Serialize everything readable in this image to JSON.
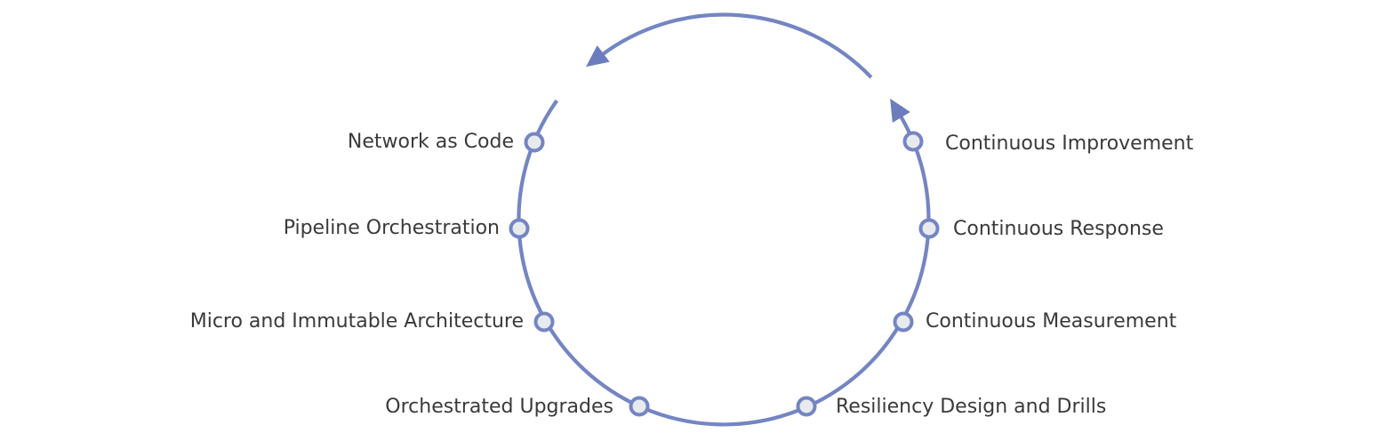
{
  "diagram": {
    "type": "cycle",
    "direction": "counterclockwise",
    "nodes": [
      {
        "label": "Network as Code",
        "side": "left"
      },
      {
        "label": "Pipeline Orchestration",
        "side": "left"
      },
      {
        "label": "Micro and Immutable Architecture",
        "side": "left"
      },
      {
        "label": "Orchestrated Upgrades",
        "side": "left"
      },
      {
        "label": "Resiliency Design and Drills",
        "side": "right"
      },
      {
        "label": "Continuous Measurement",
        "side": "right"
      },
      {
        "label": "Continuous Response",
        "side": "right"
      },
      {
        "label": "Continuous Improvement",
        "side": "right"
      }
    ],
    "colors": {
      "circle_stroke": "#7485c3",
      "arrowhead": "#6b7dbe",
      "node_fill": "#e8ebee",
      "label_text": "#3a3a3a",
      "background": "#ffffff"
    }
  }
}
